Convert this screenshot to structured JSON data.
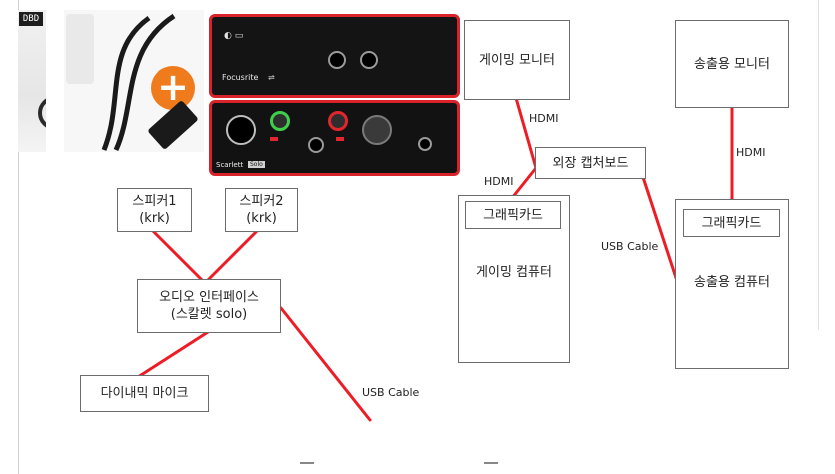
{
  "colors": {
    "wire": "#ee1c25",
    "box_border": "#6c6c6c",
    "accent_orange": "#f07b1d",
    "interface_red": "#d8232a"
  },
  "photo": {
    "badge": "DBD",
    "back_brand": "Focusrite",
    "front_model": "Scarlett",
    "front_badge": "Solo"
  },
  "boxes": {
    "speaker1": "스피커1\n(krk)",
    "speaker2": "스피커2\n(krk)",
    "audio_interface": "오디오 인터페이스\n(스칼렛 solo)",
    "dynamic_mic": "다이내믹 마이크",
    "gaming_monitor": "게이밍 모니터",
    "capture_board": "외장 캡처보드",
    "gaming_pc": "게이밍 컴퓨터",
    "gaming_gpu": "그래픽카드",
    "stream_monitor": "송출용 모니터",
    "stream_pc": "송출용 컴퓨터",
    "stream_gpu": "그래픽카드"
  },
  "labels": {
    "hdmi_1": "HDMI",
    "hdmi_2": "HDMI",
    "hdmi_3": "HDMI",
    "usb_cable_1": "USB Cable",
    "usb_cable_2": "USB Cable"
  }
}
